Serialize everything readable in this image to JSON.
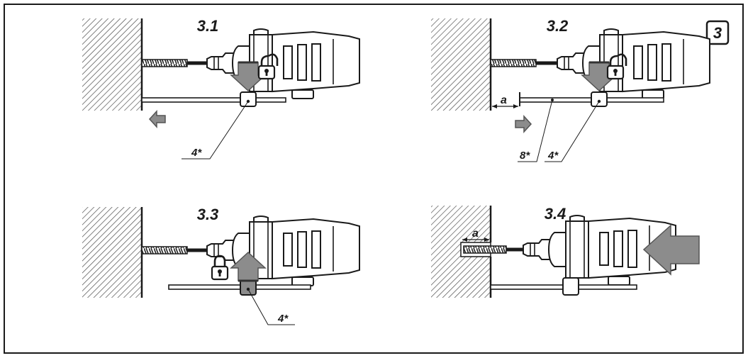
{
  "figure": {
    "number": "3",
    "colors": {
      "line": "#1a1a1a",
      "arrow_fill": "#8c8c8c",
      "arrow_stroke": "#555555",
      "background": "#ffffff"
    }
  },
  "steps": [
    {
      "label": "3.1",
      "callouts": [
        "4*"
      ],
      "lock_icon": "lock-open-icon",
      "button_arrow": "down",
      "move_arrow": "left"
    },
    {
      "label": "3.2",
      "callouts": [
        "8*",
        "4*"
      ],
      "dimension": "a",
      "lock_icon": "lock-open-icon",
      "button_arrow": "down",
      "move_arrow": "right"
    },
    {
      "label": "3.3",
      "callouts": [
        "4*"
      ],
      "lock_icon": "lock-closed-icon",
      "button_arrow": "up"
    },
    {
      "label": "3.4",
      "dimension": "a",
      "push_arrow": "left"
    }
  ]
}
